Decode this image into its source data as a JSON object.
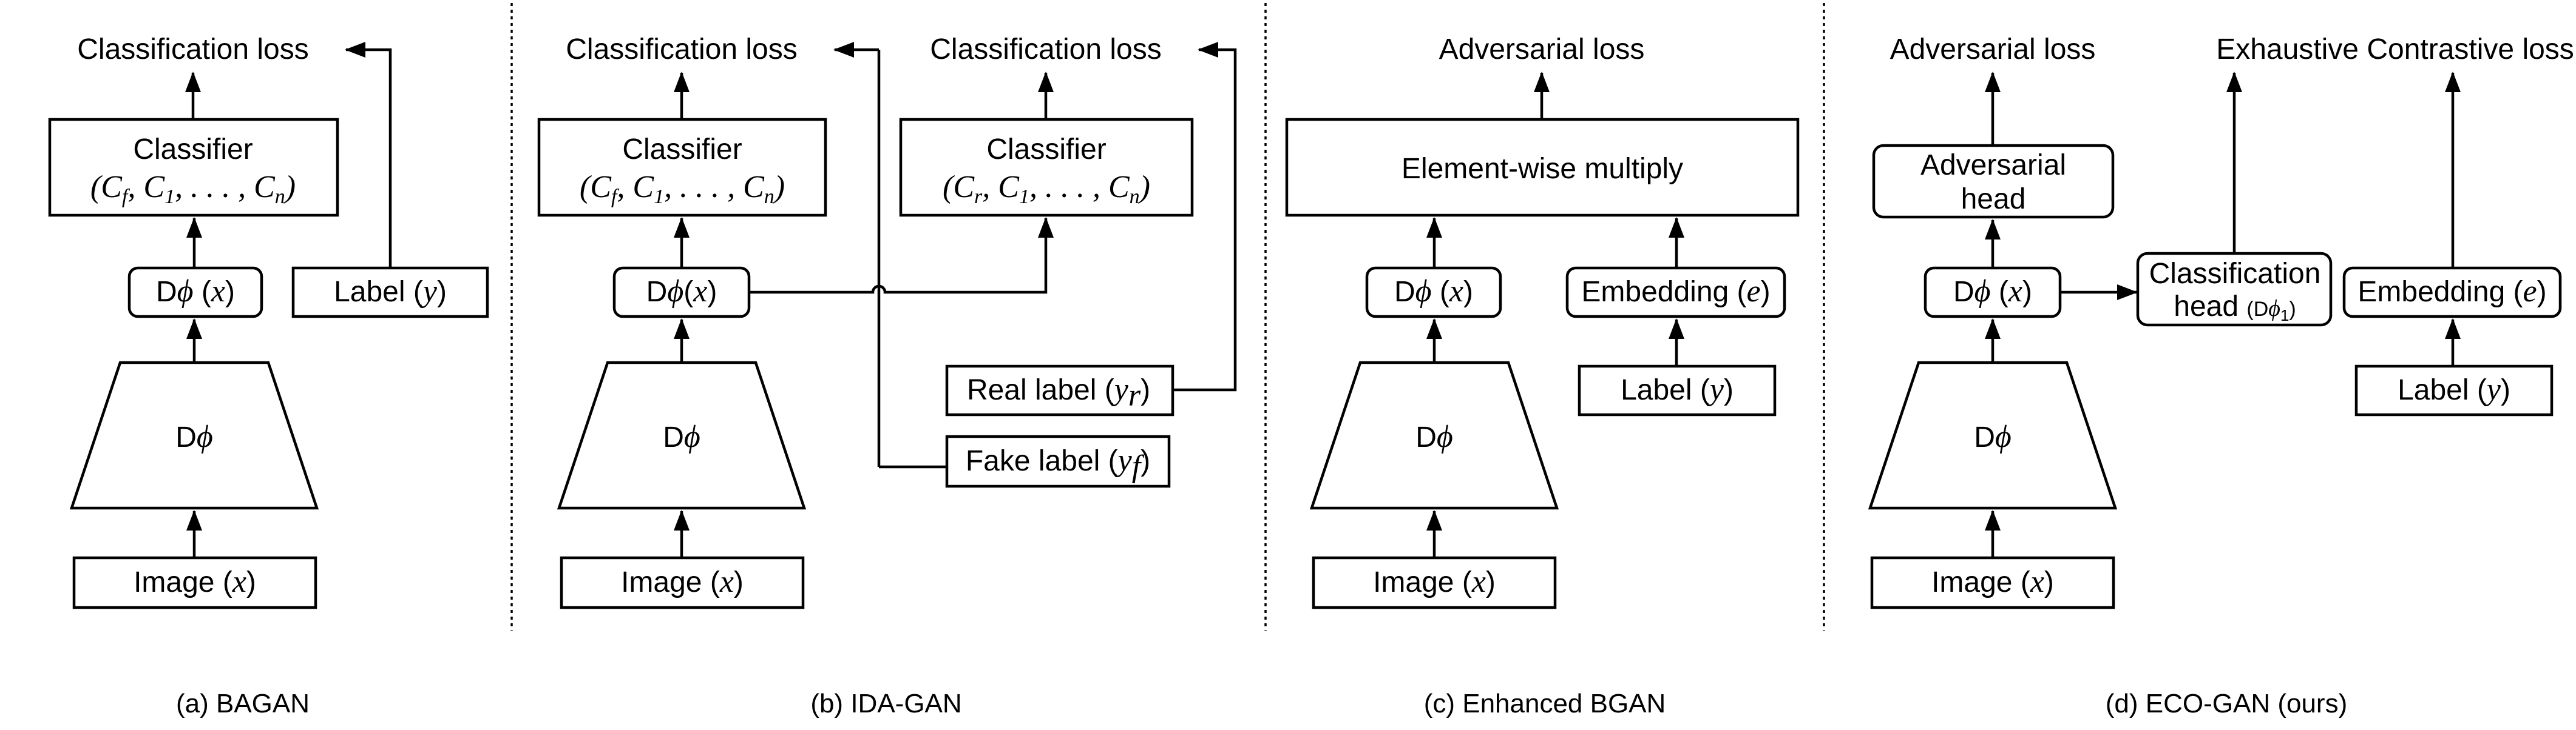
{
  "panels": {
    "a": {
      "caption": "(a) BAGAN",
      "top_label": "Classification loss",
      "classifier_title": "Classifier",
      "classifier_math": "(Cf, C1, ..., Cn)",
      "d_output": "Dϕ (x)",
      "label_box": "Label (y)",
      "trapezoid": "Dϕ",
      "input": "Image (x)"
    },
    "b": {
      "caption": "(b) IDA-GAN",
      "top_label_left": "Classification loss",
      "top_label_right": "Classification loss",
      "classifier_left_title": "Classifier",
      "classifier_left_math": "(Cf, C1, ..., Cn)",
      "classifier_right_title": "Classifier",
      "classifier_right_math": "(Cr, C1, ..., Cn)",
      "d_output": "Dϕ(x)",
      "real_label": "Real label (yr)",
      "fake_label": "Fake label (yf)",
      "trapezoid": "Dϕ",
      "input": "Image (x)"
    },
    "c": {
      "caption": "(c) Enhanced BGAN",
      "top_label": "Adversarial loss",
      "multiply_box": "Element-wise multiply",
      "d_output": "Dϕ (x)",
      "embedding": "Embedding (e)",
      "label_box": "Label (y)",
      "trapezoid": "Dϕ",
      "input": "Image (x)"
    },
    "d": {
      "caption": "(d) ECO-GAN (ours)",
      "top_label_left": "Adversarial loss",
      "top_label_right": "Exhaustive Contrastive loss",
      "adv_head_line1": "Adversarial",
      "adv_head_line2": "head",
      "d_output": "Dϕ (x)",
      "cls_head_line1": "Classification",
      "cls_head_line2": "head",
      "cls_head_sub": "(Dϕ1)",
      "embedding": "Embedding (e)",
      "label_box": "Label (y)",
      "trapezoid": "Dϕ",
      "input": "Image (x)"
    }
  }
}
